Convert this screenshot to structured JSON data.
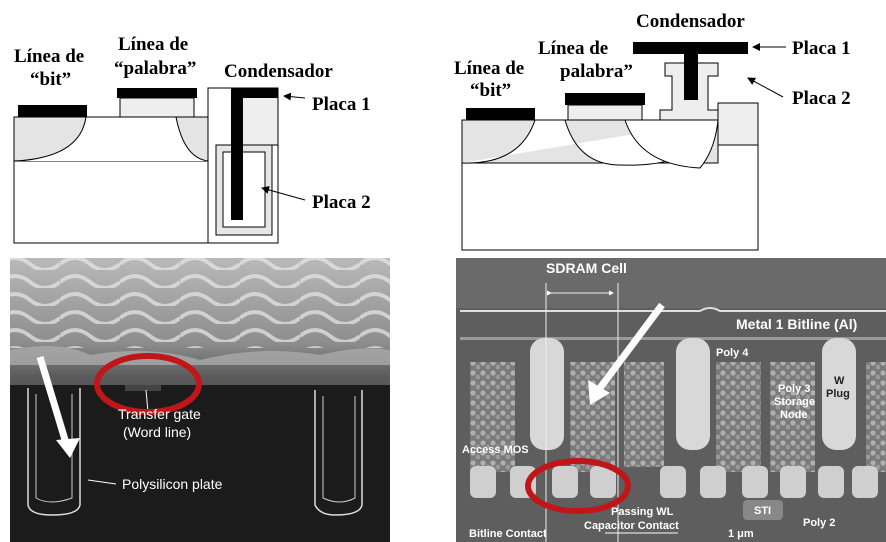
{
  "left_diagram": {
    "bitline_label": [
      "Línea de",
      "“bit”"
    ],
    "wordline_label": [
      "Línea de",
      "“palabra”"
    ],
    "capacitor_label": "Condensador",
    "plate1_label": "Placa 1",
    "plate2_label": "Placa 2"
  },
  "right_diagram": {
    "bitline_label": [
      "Línea de",
      "“bit”"
    ],
    "wordline_label": [
      "Línea de",
      "palabra”"
    ],
    "capacitor_label": "Condensador",
    "plate1_label": "Placa 1",
    "plate2_label": "Placa 2"
  },
  "left_photo": {
    "transfer_gate_label": [
      "Transfer gate",
      "(Word line)"
    ],
    "plate_label": "Polysilicon plate"
  },
  "right_photo": {
    "cell_label": "SDRAM Cell",
    "bitline_label": "Metal 1 Bitline (Al)",
    "poly4_label": "Poly 4",
    "wplug_label": [
      "W",
      "Plug"
    ],
    "storage_label": [
      "Poly 3",
      "Storage",
      "Node"
    ],
    "access_label": "Access MOS",
    "passing_label": "Passing WL",
    "bitline_contact_label": "Bitline Contact",
    "capacitor_contact_label": "Capacitor Contact",
    "scale_label": "1 μm",
    "sti_label": "STI",
    "poly2_label": "Poly 2"
  },
  "colors": {
    "highlight": "#c0161a",
    "arrow": "#ffffff",
    "fill_light": "#e6e6e6"
  }
}
